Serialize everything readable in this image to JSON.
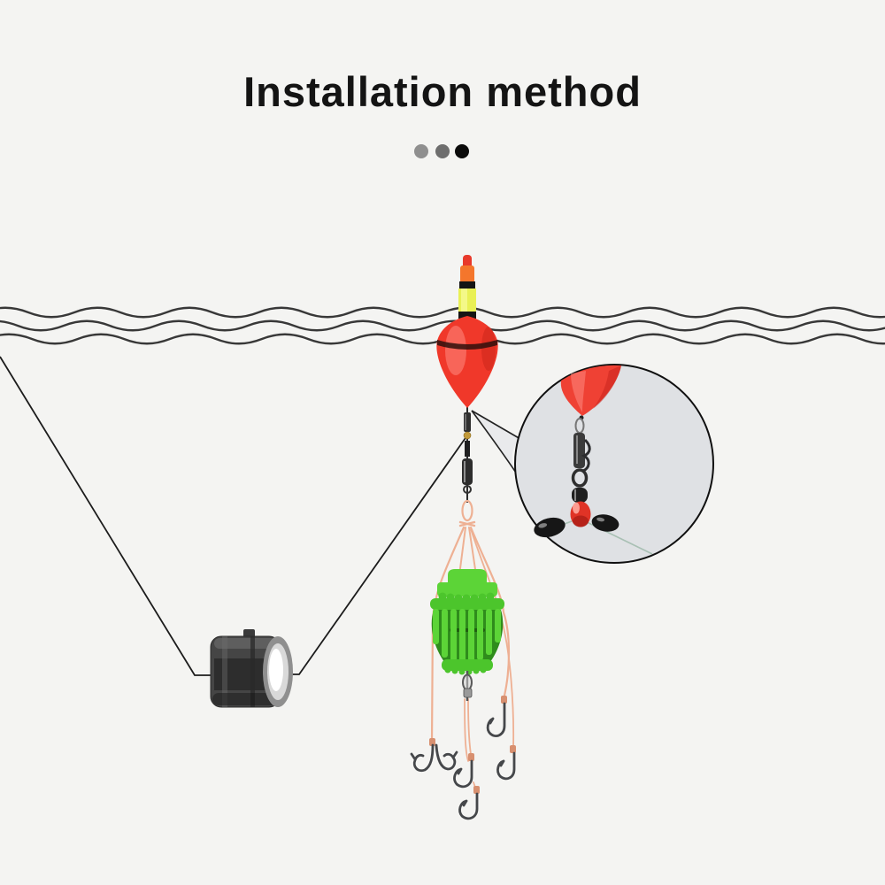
{
  "page": {
    "background": "#f4f4f2"
  },
  "header": {
    "title": "Installation method",
    "title_color": "#141414",
    "dots": [
      "#8f8f8f",
      "#6e6e6e",
      "#0b0b0b"
    ]
  },
  "diagram": {
    "water": {
      "color": "#383838",
      "wave_line_count": 3
    },
    "main_line": {
      "color": "#1c1c1c"
    },
    "leader": {
      "color": "#eeb093"
    },
    "float": {
      "body_color": "#f0382a",
      "body_highlight": "#ff9187",
      "stripe_color": "#2e0f0c",
      "antenna_yellow": "#e9f055",
      "antenna_orange": "#f4762c",
      "antenna_tip": "#e8392b",
      "band_color": "#151515"
    },
    "sinker": {
      "body_color": "#454545",
      "face_color": "#ffffff"
    },
    "magnifier": {
      "fill": "#dfe1e4",
      "stroke": "#101010",
      "float_tip_color": "#ef4134",
      "red_bead": "#e03326",
      "stopper_bead": "#161616",
      "rig_line_color": "#a9c0b4",
      "metal_color": "#3b3b3b"
    },
    "feeder": {
      "body_color": "#5cd437",
      "rim_color": "#4cc52c",
      "interior_color": "#2f8c1c"
    },
    "hooks": {
      "color": "#45474a",
      "count": 6
    }
  }
}
